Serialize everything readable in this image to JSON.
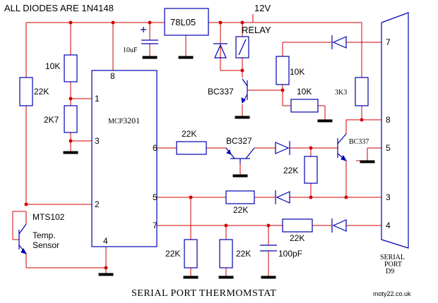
{
  "header_note": "ALL DIODES ARE 1N4148",
  "supply": "12V",
  "title": "SERIAL PORT THERMOMSTAT",
  "credit": "moty22.co.uk",
  "regulator": "78L05",
  "relay": "RELAY",
  "capacitor_main": "10uF",
  "capacitor_small": "100pF",
  "adc": {
    "name_prefix": "MCP",
    "name_suffix": "3201",
    "pins": [
      "8",
      "1",
      "3",
      "6",
      "2",
      "5",
      "7",
      "4"
    ]
  },
  "sensor": {
    "part": "MTS102",
    "desc_line1": "Temp.",
    "desc_line2": "Sensor"
  },
  "transistors": {
    "relay_driver": "BC337",
    "pnp": "BC327",
    "npn_out": "BC337"
  },
  "resistors": {
    "r_left": "22K",
    "r_top": "10K",
    "r_mid": "2K7",
    "r_relay_v": "10K",
    "r_relay_h": "10K",
    "r_3k3": "3K3",
    "r_pin6": "22K",
    "r_pnp_base": "22K",
    "r_pin5": "22K",
    "r_pin7": "22K",
    "r_bot1": "22K",
    "r_bot2": "22K"
  },
  "connector": {
    "pins": [
      "7",
      "8",
      "5",
      "3",
      "4"
    ],
    "label_line1": "SERIAL",
    "label_line2": "PORT",
    "label_line3": "D9"
  }
}
